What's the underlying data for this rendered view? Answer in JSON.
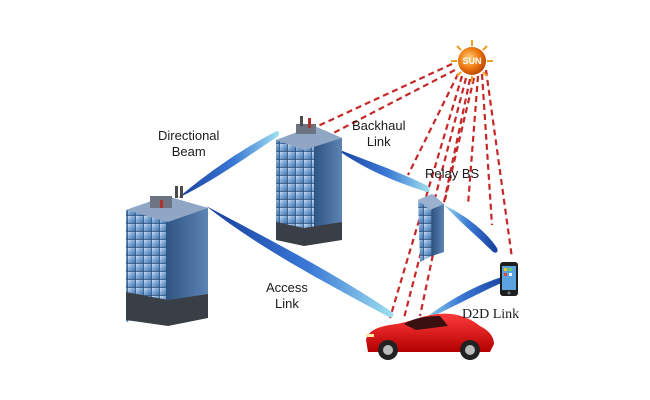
{
  "labels": {
    "directional_beam": [
      "Directional",
      "Beam"
    ],
    "backhaul_link": [
      "Backhaul",
      "Link"
    ],
    "relay_bs": "Relay BS",
    "access_link": [
      "Access",
      "Link"
    ],
    "d2d_link": "D2D Link",
    "sun": "SUN"
  },
  "colors": {
    "beam_dark": "#1e4fb0",
    "beam_light": "#8fd6e8",
    "sun_ray": "#c62828",
    "sun_core": "#e65c00",
    "car_body": "#e00000",
    "building": "#5b86b5"
  },
  "icons": [
    "sun-icon",
    "building-icon",
    "relay-tower-icon",
    "car-icon",
    "smartphone-icon"
  ]
}
